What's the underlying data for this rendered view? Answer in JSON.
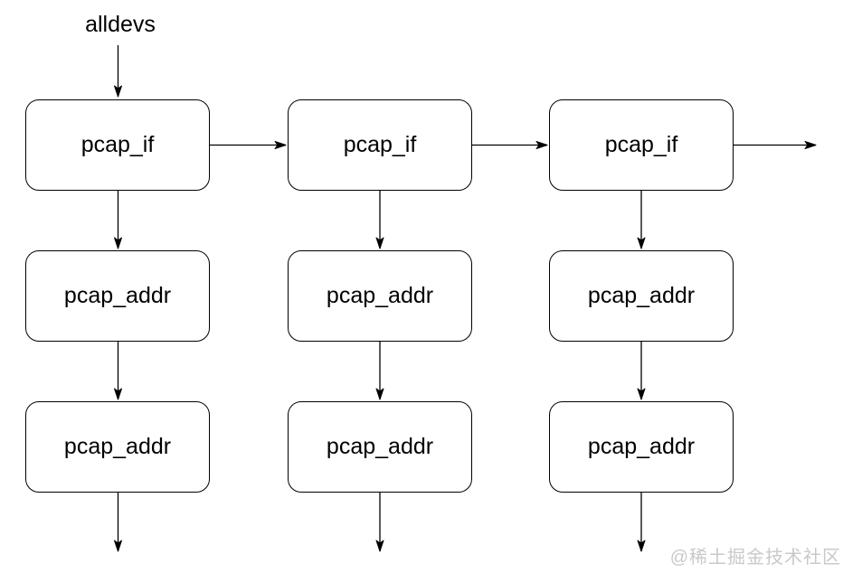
{
  "diagram": {
    "root_label": "alldevs",
    "columns": [
      {
        "if": "pcap_if",
        "addr1": "pcap_addr",
        "addr2": "pcap_addr"
      },
      {
        "if": "pcap_if",
        "addr1": "pcap_addr",
        "addr2": "pcap_addr"
      },
      {
        "if": "pcap_if",
        "addr1": "pcap_addr",
        "addr2": "pcap_addr"
      }
    ],
    "watermark": "@稀土掘金技术社区"
  },
  "colors": {
    "background": "#ffffff",
    "line": "#000000",
    "box_fill": "#ffffff",
    "box_border": "#000000",
    "text": "#000000",
    "watermark": "#c9c9c9"
  }
}
